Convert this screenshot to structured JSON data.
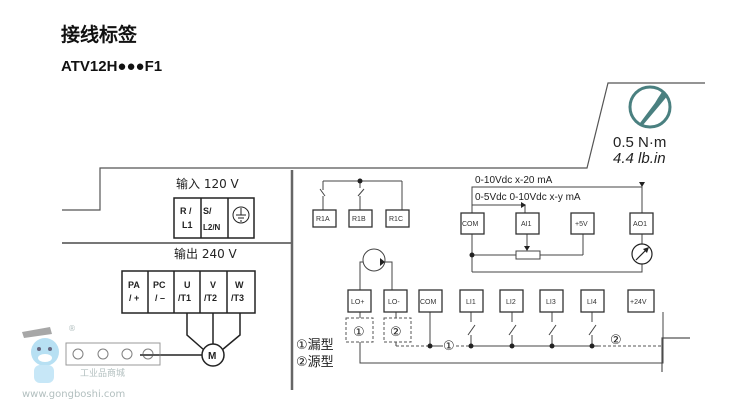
{
  "header": {
    "title": "接线标签",
    "model": "ATV12H●●●F1"
  },
  "torque": {
    "icon": "screwdriver-icon",
    "value_metric": "0.5 N·m",
    "value_imperial": "4.4 lb.in",
    "icon_color": "#4a8080"
  },
  "power_input": {
    "label": "输入 120 V",
    "terminals": [
      {
        "line1": "R /",
        "line2": "L1"
      },
      {
        "line1": "S/",
        "line2": "L2/N"
      },
      {
        "line1": "",
        "line2": "",
        "icon": "ground-icon"
      }
    ]
  },
  "power_output": {
    "label": "输出 240 V",
    "terminals": [
      {
        "line1": "PA",
        "line2": "/ +"
      },
      {
        "line1": "PC",
        "line2": "/ –"
      },
      {
        "line1": "U",
        "line2": "/T1"
      },
      {
        "line1": "V",
        "line2": "/T2"
      },
      {
        "line1": "W",
        "line2": "/T3"
      }
    ],
    "motor_label": "M"
  },
  "relay": {
    "terminals": [
      "R1A",
      "R1B",
      "R1C"
    ]
  },
  "analog": {
    "signal_top": "0-10Vdc  x-20 mA",
    "signal_bottom": "0-5Vdc 0-10Vdc x-y mA",
    "terminals": [
      "COM",
      "AI1",
      "+5V",
      "AO1"
    ]
  },
  "logic": {
    "terminals": [
      "LO+",
      "LO-",
      "COM",
      "LI1",
      "LI2",
      "LI3",
      "LI4",
      "+24V"
    ],
    "marker_1": "①",
    "marker_2": "②"
  },
  "legend": {
    "item1": "①漏型",
    "item2": "②源型"
  },
  "watermark": {
    "registered": "®",
    "brand": "工业品商城",
    "url": "www.gongboshi.com"
  }
}
